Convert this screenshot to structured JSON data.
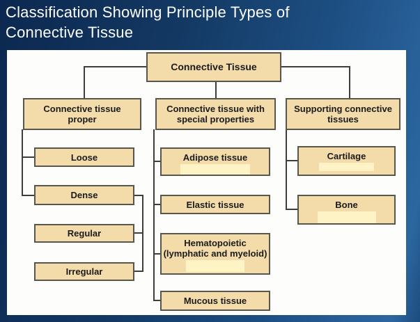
{
  "title": "Classification Showing Principle Types of\nConnective Tissue",
  "colors": {
    "slide_bg_left": "#0c2850",
    "slide_bg_right": "#2c67a0",
    "panel_bg": "#fdfdfb",
    "node_fill": "#f3dcaa",
    "node_border": "#56564c",
    "node_text": "#1b1b1b",
    "highlight_patch": "#fdf3c5",
    "connector": "#3d3d3a",
    "title_text": "#ffffff"
  },
  "diagram": {
    "root": {
      "label": "Connective Tissue"
    },
    "columns": [
      {
        "header": "Connective tissue\nproper",
        "children": [
          {
            "label": "Loose"
          },
          {
            "label": "Dense",
            "children": [
              {
                "label": "Regular"
              },
              {
                "label": "Irregular"
              }
            ]
          }
        ]
      },
      {
        "header": "Connective tissue with\nspecial properties",
        "children": [
          {
            "label": "Adipose tissue"
          },
          {
            "label": "Elastic tissue"
          },
          {
            "label": "Hematopoietic\n(lymphatic and myeloid)"
          },
          {
            "label": "Mucous tissue"
          }
        ]
      },
      {
        "header": "Supporting connective\ntissues",
        "children": [
          {
            "label": "Cartilage"
          },
          {
            "label": "Bone"
          }
        ]
      }
    ]
  }
}
